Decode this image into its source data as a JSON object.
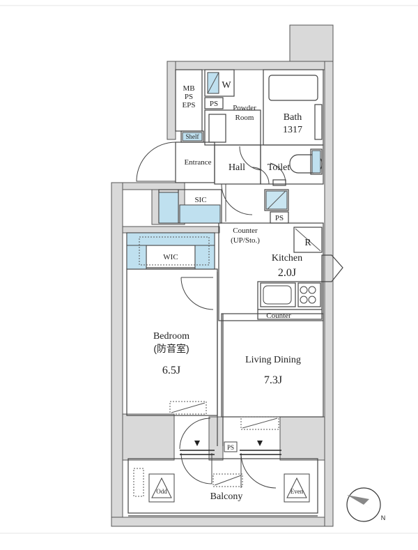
{
  "rooms": {
    "mb": [
      "MB",
      "PS",
      "EPS"
    ],
    "w": "W",
    "ps_top": "PS",
    "powder": [
      "Powder",
      "Room"
    ],
    "bath": [
      "Bath",
      "1317"
    ],
    "shelf": "Shelf",
    "entrance": "Entrance",
    "hall": "Hall",
    "toilet": "Toilet",
    "sic": "SIC",
    "ps_mid": "PS",
    "counter_upsto": [
      "Counter",
      "(UP/Sto.)"
    ],
    "r": "R",
    "kitchen": [
      "Kitchen",
      "2.0J"
    ],
    "wic": "WIC",
    "counter": "Counter",
    "bedroom": [
      "Bedroom",
      "(防音室)",
      "6.5J"
    ],
    "living": [
      "Living Dining",
      "7.3J"
    ],
    "ps_bottom": "PS",
    "balcony": "Balcony",
    "odd": "Odd",
    "even": "Even",
    "compass_n": "N"
  },
  "colors": {
    "wall": "#d9d9d9",
    "wall_stroke": "#555555",
    "storage": "#bfe0ef",
    "line": "#444444"
  }
}
